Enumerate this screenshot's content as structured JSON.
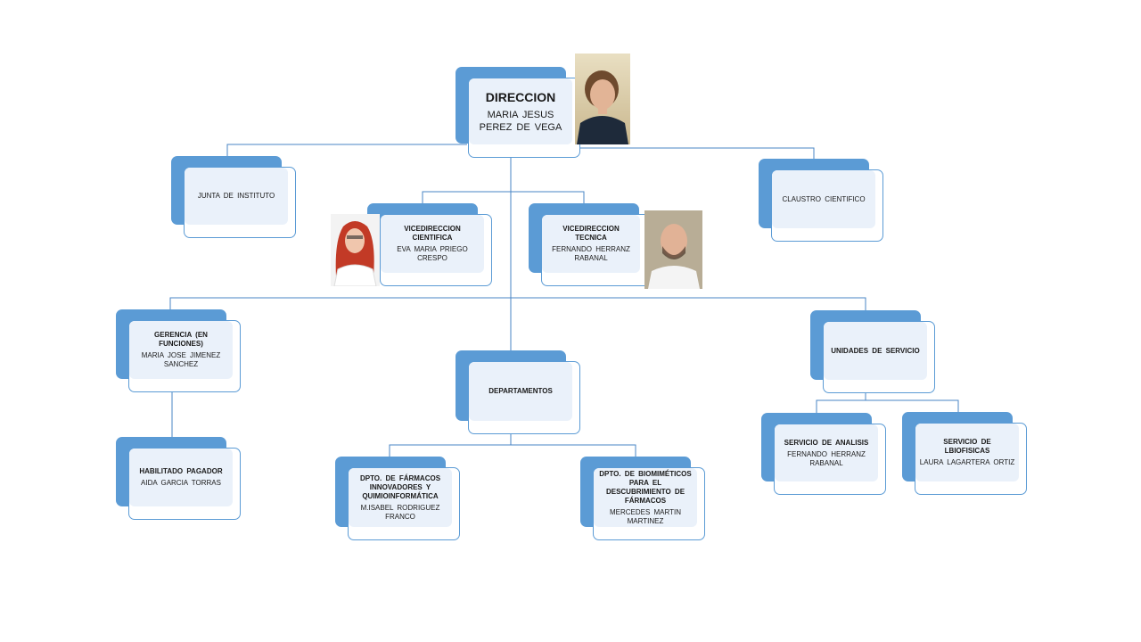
{
  "direccion": {
    "title": "DIRECCION",
    "name": "MARIA JESUS PEREZ DE VEGA"
  },
  "junta": {
    "title": "JUNTA DE INSTITUTO"
  },
  "claustro": {
    "title": "CLAUSTRO CIENTIFICO"
  },
  "vice_cientifica": {
    "title": "VICEDIRECCION  CIENTIFICA",
    "name": "EVA MARIA  PRIEGO CRESPO"
  },
  "vice_tecnica": {
    "title": "VICEDIRECCION  TECNICA",
    "name": "FERNANDO  HERRANZ RABANAL"
  },
  "gerencia": {
    "title": "GERENCIA  (EN FUNCIONES)",
    "name": "MARIA JOSE JIMENEZ SANCHEZ"
  },
  "habilitado": {
    "title": "HABILITADO  PAGADOR",
    "name": "AIDA GARCIA TORRAS"
  },
  "departamentos": {
    "title": "DEPARTAMENTOS"
  },
  "dpto_farmacos": {
    "title": "DPTO. DE FÁRMACOS INNOVADORES  Y QUIMIOINFORMÁTICA",
    "name": "M.ISABEL  RODRIGUEZ FRANCO"
  },
  "dpto_biomimeticos": {
    "title": "DPTO. DE BIOMIMÉTICOS PARA EL DESCUBRIMIENTO DE FÁRMACOS",
    "name": "MERCEDES  MARTIN MARTINEZ"
  },
  "unidades": {
    "title": "UNIDADES  DE SERVICIO"
  },
  "servicio_analisis": {
    "title": "SERVICIO  DE ANALISIS",
    "name": "FERNANDO  HERRANZ RABANAL"
  },
  "servicio_biofisicas": {
    "title": "SERVICIO  DE LBIOFISICAS",
    "name": "LAURA LAGARTERA  ORTIZ"
  },
  "colors": {
    "accent": "#5b9bd5",
    "box_fill": "#eaf1fa",
    "line": "#4a86c5"
  }
}
